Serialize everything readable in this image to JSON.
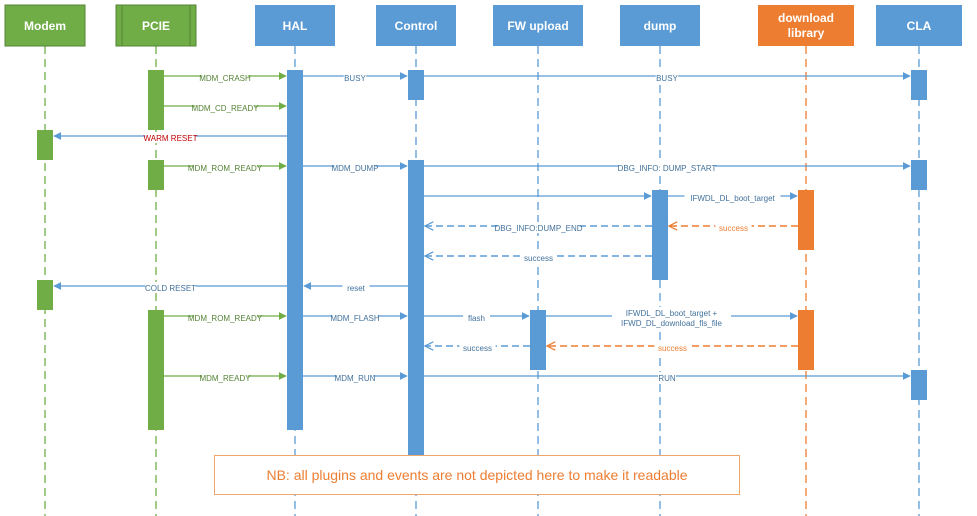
{
  "colors": {
    "green": "#70ad47",
    "green_dark": "#548235",
    "blue": "#5b9bd5",
    "blue_dark": "#41719c",
    "orange": "#ed7d31",
    "red": "#c00000"
  },
  "participants": [
    {
      "id": "modem",
      "label": [
        "Modem"
      ],
      "color": "green"
    },
    {
      "id": "pcie",
      "label": [
        "PCIE"
      ],
      "color": "green"
    },
    {
      "id": "hal",
      "label": [
        "HAL"
      ],
      "color": "blue"
    },
    {
      "id": "control",
      "label": [
        "Control"
      ],
      "color": "blue"
    },
    {
      "id": "fwupload",
      "label": [
        "FW upload"
      ],
      "color": "blue"
    },
    {
      "id": "dump",
      "label": [
        "dump"
      ],
      "color": "blue"
    },
    {
      "id": "dllib",
      "label": [
        "download",
        "library"
      ],
      "color": "orange"
    },
    {
      "id": "cla",
      "label": [
        "CLA"
      ],
      "color": "blue"
    }
  ],
  "activations": [
    {
      "participant": "pcie",
      "from": 1,
      "to": 2
    },
    {
      "participant": "hal",
      "from": 1,
      "to": 12
    },
    {
      "participant": "control",
      "from": 1,
      "to": 1
    },
    {
      "participant": "cla",
      "from": 1,
      "to": 1
    },
    {
      "participant": "modem",
      "from": 3,
      "to": 3
    },
    {
      "participant": "pcie",
      "from": 4,
      "to": 4
    },
    {
      "participant": "control",
      "from": 4,
      "to": 8
    },
    {
      "participant": "cla",
      "from": 4,
      "to": 4
    },
    {
      "participant": "dump",
      "from": 5,
      "to": 7
    },
    {
      "participant": "dllib",
      "from": 5,
      "to": 6
    },
    {
      "participant": "modem",
      "from": 8,
      "to": 8
    },
    {
      "participant": "pcie",
      "from": 9,
      "to": 12
    },
    {
      "participant": "control",
      "from": 9,
      "to": 13
    },
    {
      "participant": "fwupload",
      "from": 9,
      "to": 10
    },
    {
      "participant": "dllib",
      "from": 9,
      "to": 10
    },
    {
      "participant": "cla",
      "from": 11,
      "to": 11
    }
  ],
  "messages": [
    {
      "row": 1,
      "from": "pcie",
      "to": "hal",
      "label": "MDM_CRASH",
      "color": "green",
      "style": "solid"
    },
    {
      "row": 1,
      "from": "hal",
      "to": "control",
      "label": "BUSY",
      "color": "blue",
      "style": "solid"
    },
    {
      "row": 1,
      "from": "control",
      "to": "cla",
      "label": "BUSY",
      "color": "blue",
      "style": "solid"
    },
    {
      "row": 2,
      "from": "pcie",
      "to": "hal",
      "label": "MDM_CD_READY",
      "color": "green",
      "style": "solid"
    },
    {
      "row": 3,
      "from": "hal",
      "to": "modem",
      "label": "WARM RESET",
      "color": "blue",
      "style": "solid",
      "label_color": "red"
    },
    {
      "row": 4,
      "from": "pcie",
      "to": "hal",
      "label": "MDM_ROM_READY",
      "color": "green",
      "style": "solid"
    },
    {
      "row": 4,
      "from": "hal",
      "to": "control",
      "label": "MDM_DUMP",
      "color": "blue",
      "style": "solid"
    },
    {
      "row": 4,
      "from": "control",
      "to": "cla",
      "label": "DBG_INFO: DUMP_START",
      "color": "blue",
      "style": "solid"
    },
    {
      "row": 5,
      "from": "control",
      "to": "dump",
      "label": "",
      "color": "blue",
      "style": "solid"
    },
    {
      "row": 5,
      "from": "dump",
      "to": "dllib",
      "label": "IFWDL_DL_boot_target",
      "color": "blue",
      "style": "solid"
    },
    {
      "row": 6,
      "from": "dllib",
      "to": "dump",
      "label": "success",
      "color": "orange",
      "style": "dashed"
    },
    {
      "row": 6,
      "from": "dump",
      "to": "control",
      "label": "DBG_INFO:DUMP_END",
      "color": "blue",
      "style": "dashed"
    },
    {
      "row": 7,
      "from": "dump",
      "to": "control",
      "label": "success",
      "color": "blue",
      "style": "dashed"
    },
    {
      "row": 8,
      "from": "control",
      "to": "hal",
      "label": "reset",
      "color": "blue",
      "style": "solid"
    },
    {
      "row": 8,
      "from": "hal",
      "to": "modem",
      "label": "COLD RESET",
      "color": "blue",
      "style": "solid"
    },
    {
      "row": 9,
      "from": "pcie",
      "to": "hal",
      "label": "MDM_ROM_READY",
      "color": "green",
      "style": "solid"
    },
    {
      "row": 9,
      "from": "hal",
      "to": "control",
      "label": "MDM_FLASH",
      "color": "blue",
      "style": "solid"
    },
    {
      "row": 9,
      "from": "control",
      "to": "fwupload",
      "label": "flash",
      "color": "blue",
      "style": "solid"
    },
    {
      "row": 9,
      "from": "fwupload",
      "to": "dllib",
      "label": "IFWDL_DL_boot_target + IFWD_DL_download_fls_file",
      "label_lines": [
        "IFWDL_DL_boot_target +",
        "IFWD_DL_download_fls_file"
      ],
      "color": "blue",
      "style": "solid"
    },
    {
      "row": 10,
      "from": "dllib",
      "to": "fwupload",
      "label": "success",
      "color": "orange",
      "style": "dashed"
    },
    {
      "row": 10,
      "from": "fwupload",
      "to": "control",
      "label": "success",
      "color": "blue",
      "style": "dashed"
    },
    {
      "row": 11,
      "from": "pcie",
      "to": "hal",
      "label": "MDM_READY",
      "color": "green",
      "style": "solid"
    },
    {
      "row": 11,
      "from": "hal",
      "to": "control",
      "label": "MDM_RUN",
      "color": "blue",
      "style": "solid"
    },
    {
      "row": 11,
      "from": "control",
      "to": "cla",
      "label": "RUN",
      "color": "blue",
      "style": "solid"
    }
  ],
  "note": {
    "text": "NB: all plugins and events are not depicted here to make it readable"
  }
}
